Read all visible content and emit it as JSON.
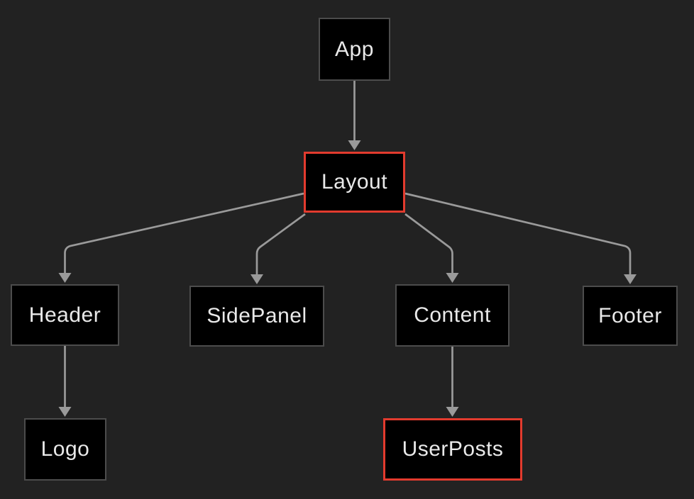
{
  "diagram": {
    "type": "flowchart",
    "direction": "top-down",
    "nodes": [
      {
        "id": "app",
        "label": "App",
        "highlighted": false
      },
      {
        "id": "layout",
        "label": "Layout",
        "highlighted": true
      },
      {
        "id": "header",
        "label": "Header",
        "highlighted": false
      },
      {
        "id": "sidepanel",
        "label": "SidePanel",
        "highlighted": false
      },
      {
        "id": "content",
        "label": "Content",
        "highlighted": false
      },
      {
        "id": "footer",
        "label": "Footer",
        "highlighted": false
      },
      {
        "id": "logo",
        "label": "Logo",
        "highlighted": false
      },
      {
        "id": "userposts",
        "label": "UserPosts",
        "highlighted": true
      }
    ],
    "edges": [
      {
        "from": "App",
        "to": "Layout"
      },
      {
        "from": "Layout",
        "to": "Header"
      },
      {
        "from": "Layout",
        "to": "SidePanel"
      },
      {
        "from": "Layout",
        "to": "Content"
      },
      {
        "from": "Layout",
        "to": "Footer"
      },
      {
        "from": "Header",
        "to": "Logo"
      },
      {
        "from": "Content",
        "to": "UserPosts"
      }
    ],
    "colors": {
      "background": "#222222",
      "node_fill": "#000000",
      "node_border": "#4c4c4c",
      "highlight_border": "#e23b2e",
      "edge": "#9a9a9a",
      "text": "#e9e9e9"
    }
  }
}
